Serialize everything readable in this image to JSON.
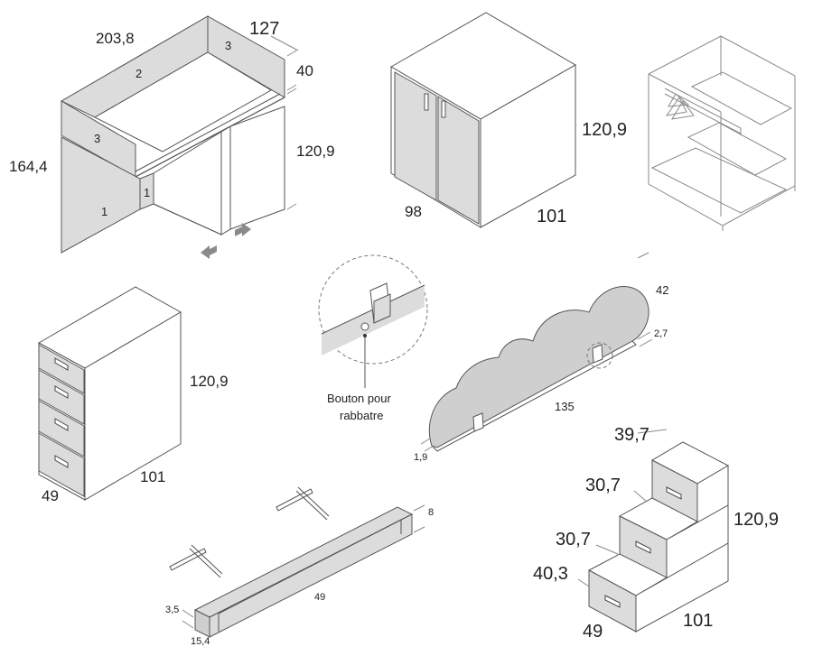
{
  "desk": {
    "width": "203,8",
    "depth": "127",
    "top_height": "40",
    "height": "120,9",
    "total_height": "164,4",
    "part_labels": [
      "1",
      "1",
      "2",
      "3",
      "3"
    ]
  },
  "wardrobe": {
    "height": "120,9",
    "width": "98",
    "depth": "101"
  },
  "chest": {
    "height": "120,9",
    "width": "49",
    "depth": "101"
  },
  "callout": {
    "label_line1": "Bouton pour",
    "label_line2": "rabbatre"
  },
  "headboard": {
    "height": "42",
    "thickness": "2,7",
    "length": "135",
    "base_thickness": "1,9"
  },
  "shelf": {
    "height": "8",
    "length": "49",
    "thickness": "3,5",
    "depth": "15,4"
  },
  "steps": {
    "top_step": "39,7",
    "step_2": "30,7",
    "step_3": "30,7",
    "bottom_step": "40,3",
    "height": "120,9",
    "width": "49",
    "depth": "101"
  },
  "colors": {
    "panel": "#dcdcdc",
    "line": "#555555"
  }
}
